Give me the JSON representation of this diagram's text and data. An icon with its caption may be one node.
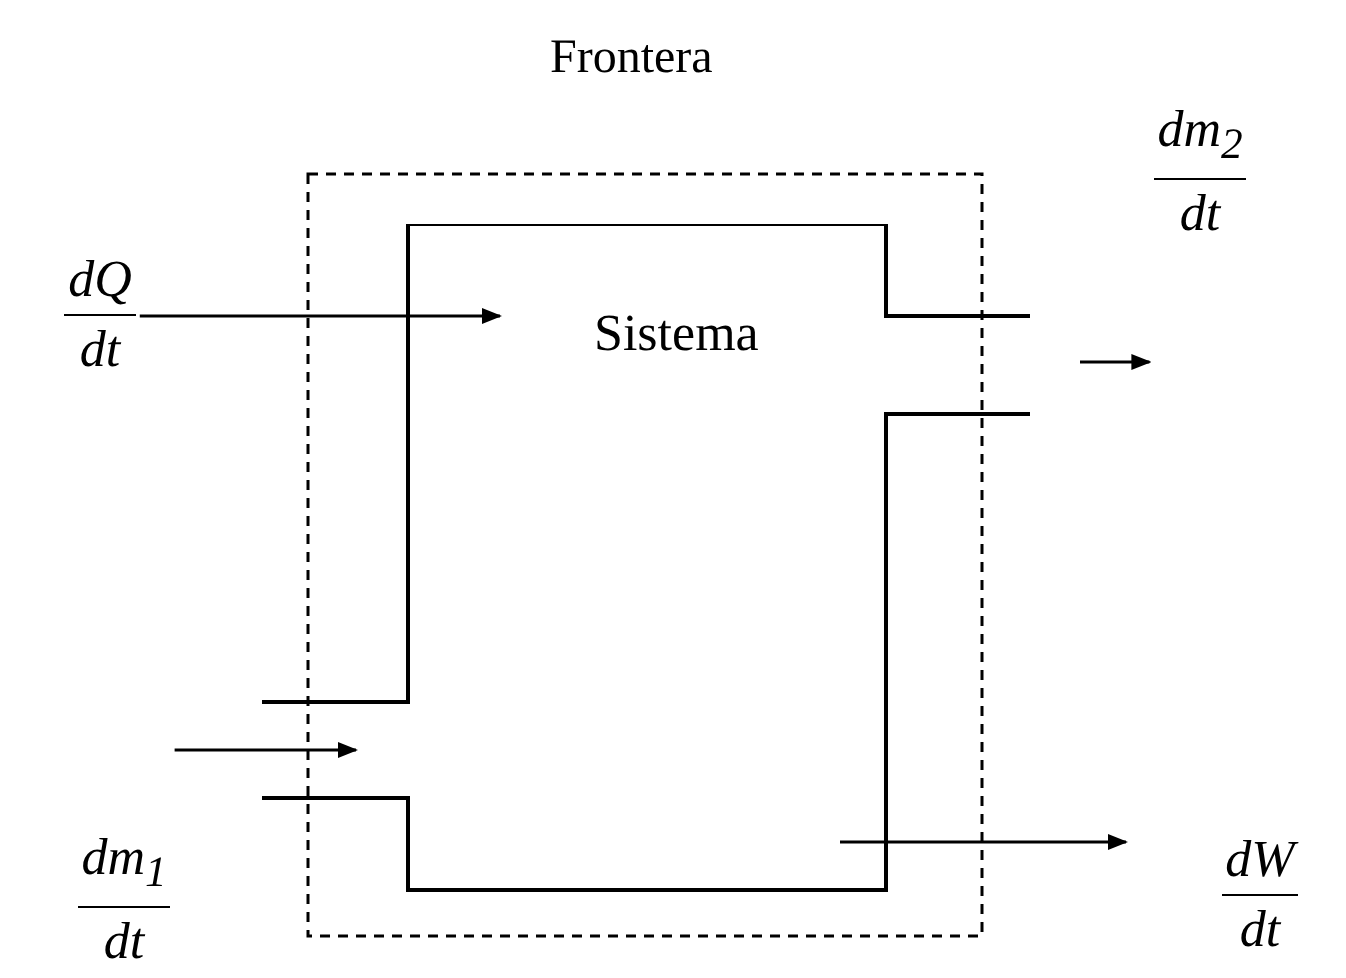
{
  "diagram": {
    "nodes": [
      {
        "text": [
          "Sistema"
        ]
      },
      {
        "text": [
          "dQ",
          "dt"
        ]
      },
      {
        "text": [
          "dm$_{1}$",
          "dt"
        ]
      },
      {
        "text": [
          "dm$_{2}$",
          "dt"
        ]
      },
      {
        "text": [
          "dW",
          "dt"
        ]
      }
    ],
    "edges": [
      {
        "from": 1,
        "to": 0,
        "arrow": "to"
      },
      {
        "from": 2,
        "to": 0,
        "arrow": "to"
      },
      {
        "from": 0,
        "to": 3,
        "arrow": "to"
      },
      {
        "from": 0,
        "to": 4,
        "arrow": "to"
      }
    ],
    "labels": [
      "Frontera"
    ]
  }
}
